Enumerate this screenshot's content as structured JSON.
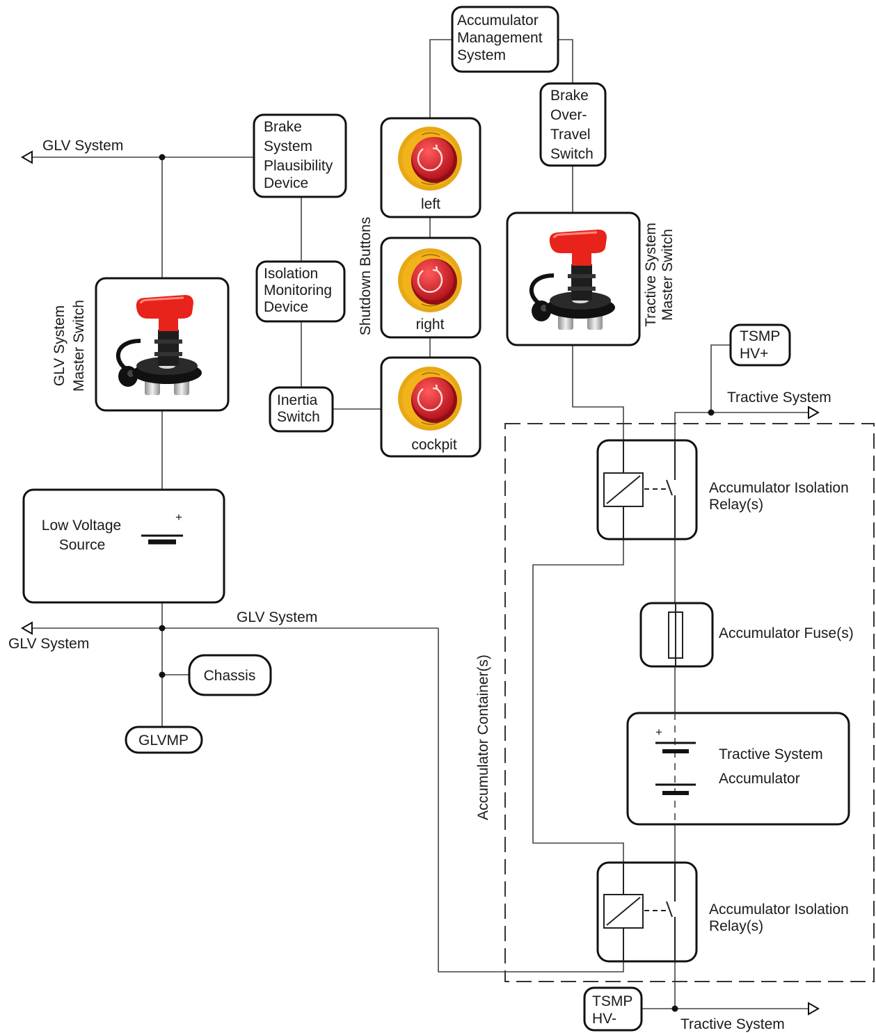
{
  "ams": {
    "lines": [
      "Accumulator",
      "Management",
      "System"
    ]
  },
  "bspd": {
    "lines": [
      "Brake",
      "System",
      "Plausibility",
      "Device"
    ]
  },
  "bots": {
    "lines": [
      "Brake",
      "Over-",
      "Travel",
      "Switch"
    ]
  },
  "imd": {
    "lines": [
      "Isolation",
      "Monitoring",
      "Device"
    ]
  },
  "inertia": {
    "lines": [
      "Inertia",
      "Switch"
    ]
  },
  "shutdown_buttons": {
    "title": "Shutdown Buttons",
    "left": "left",
    "right": "right",
    "cockpit": "cockpit"
  },
  "glv_master_switch": {
    "lines": [
      "GLV System",
      "Master Switch"
    ]
  },
  "ts_master_switch": {
    "lines": [
      "Tractive System",
      "Master Switch"
    ]
  },
  "low_voltage_source": {
    "lines": [
      "Low Voltage",
      "Source"
    ],
    "plus": "+"
  },
  "glv": {
    "top_label": "GLV System",
    "mid_label": "GLV System",
    "left_label": "GLV System"
  },
  "chassis": "Chassis",
  "glvmp": "GLVMP",
  "tsmp_pos": {
    "lines": [
      "TSMP",
      "HV+"
    ]
  },
  "tsmp_neg": {
    "lines": [
      "TSMP",
      "HV-"
    ]
  },
  "tractive": {
    "top_label": "Tractive System",
    "bottom_label": "Tractive System"
  },
  "relay_top": {
    "lines": [
      "Accumulator Isolation",
      "Relay(s)"
    ]
  },
  "relay_bottom": {
    "lines": [
      "Accumulator Isolation",
      "Relay(s)"
    ]
  },
  "fuse": "Accumulator Fuse(s)",
  "ts_accumulator": {
    "lines": [
      "Tractive System",
      "Accumulator"
    ],
    "plus": "+"
  },
  "container": "Accumulator Container(s)",
  "icons": {
    "emergency_stop": "emergency-stop-icon",
    "master_switch": "master-switch-icon"
  },
  "colors": {
    "button_red": "#d8202a",
    "button_yellow": "#f2b21a",
    "switch_red": "#e8231c",
    "switch_body": "#1e1e1e"
  }
}
